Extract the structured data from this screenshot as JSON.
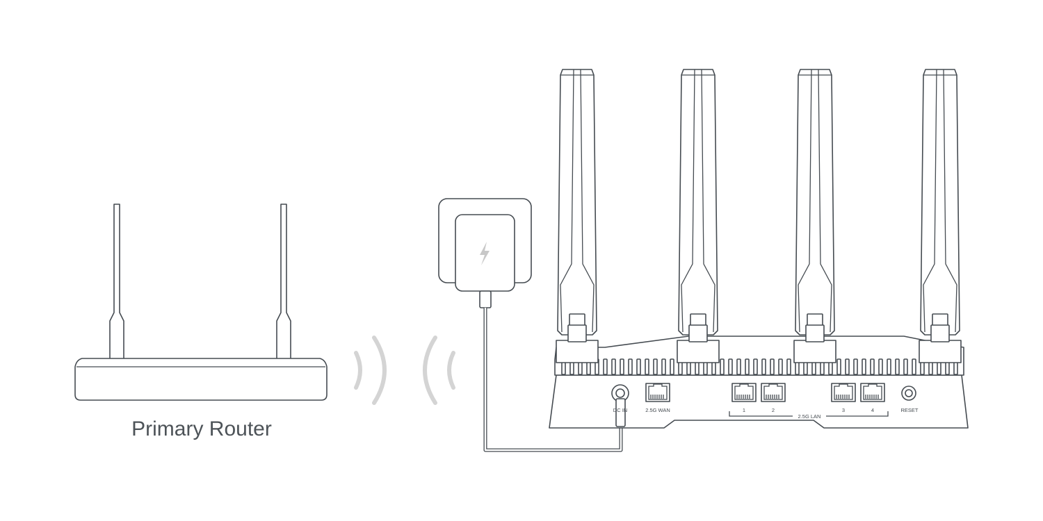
{
  "primary_router": {
    "label": "Primary Router"
  },
  "ports": {
    "power": "DC IN",
    "wan": "2.5G WAN",
    "lan_group": "2.5G LAN",
    "lan": [
      "1",
      "2",
      "3",
      "4"
    ],
    "reset": "RESET"
  },
  "adapter": {
    "icon": "lightning-bolt-icon"
  },
  "colors": {
    "line": "#454b51",
    "signal_wave": "#d4d4d4",
    "caption": "#4d5358",
    "background": "#ffffff"
  }
}
